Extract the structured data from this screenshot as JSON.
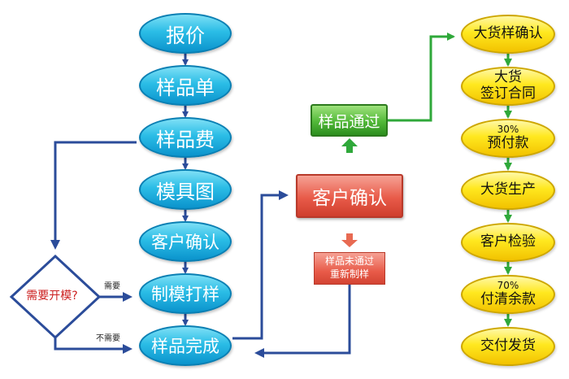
{
  "left_flow": [
    "报价",
    "样品单",
    "样品费",
    "模具图",
    "客户确认",
    "制模打样",
    "样品完成"
  ],
  "decision": {
    "label": "需要开模?",
    "yes": "需要",
    "no": "不需要"
  },
  "customer_confirm": "客户确认",
  "sample_passed": "样品通过",
  "sample_failed": {
    "line1": "样品未通过",
    "line2": "重新制样"
  },
  "right_flow": [
    {
      "line1": "大货样确认"
    },
    {
      "line1": "大货",
      "line2": "签订合同"
    },
    {
      "line1": "30%",
      "line2": "预付款"
    },
    {
      "line1": "大货生产"
    },
    {
      "line1": "客户检验"
    },
    {
      "line1": "70%",
      "line2": "付清余款"
    },
    {
      "line1": "交付发货"
    }
  ],
  "colors": {
    "blue_arrow": "#2b4c9a",
    "green_arrow": "#2fa83a",
    "red_arrow": "#e86a52",
    "decision_text": "#cc2020"
  }
}
